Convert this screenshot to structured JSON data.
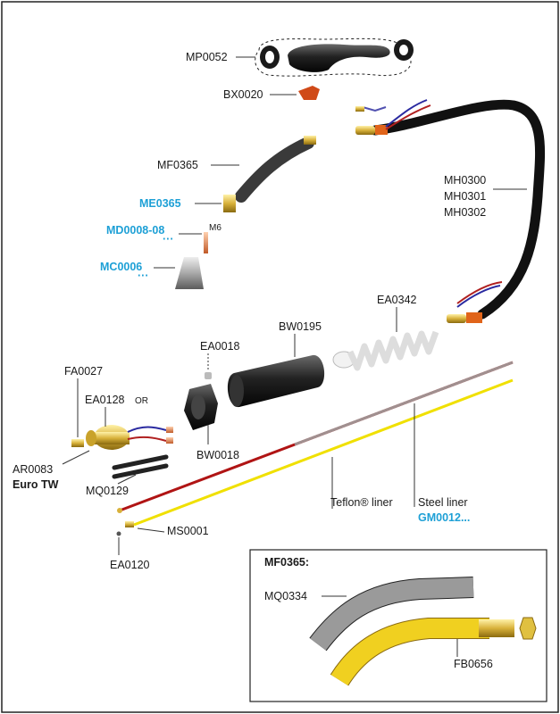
{
  "diagram": {
    "labels": {
      "mp0052": "MP0052",
      "bx0020": "BX0020",
      "mf0365": "MF0365",
      "me0365": "ME0365",
      "md0008": "MD0008-08",
      "m6": "M6",
      "mc0006": "MC0006",
      "mh0300": "MH0300",
      "mh0301": "MH0301",
      "mh0302": "MH0302",
      "ea0342": "EA0342",
      "bw0195": "BW0195",
      "ea0018": "EA0018",
      "fa0027": "FA0027",
      "ea0128": "EA0128",
      "or": "OR",
      "bw0018": "BW0018",
      "ar0083": "AR0083",
      "euro_tw": "Euro TW",
      "mq0129": "MQ0129",
      "teflon_liner": "Teflon® liner",
      "steel_liner": "Steel liner",
      "gm0012": "GM0012...",
      "ms0001": "MS0001",
      "ea0120": "EA0120"
    },
    "inset": {
      "title": "MF0365:",
      "mq0334": "MQ0334",
      "fb0656": "FB0656"
    },
    "colors": {
      "accent_blue": "#1ea0d6",
      "teflon_red": "#b01414",
      "steel_yellow": "#f0e000",
      "hose_black": "#1c1c1c"
    }
  }
}
